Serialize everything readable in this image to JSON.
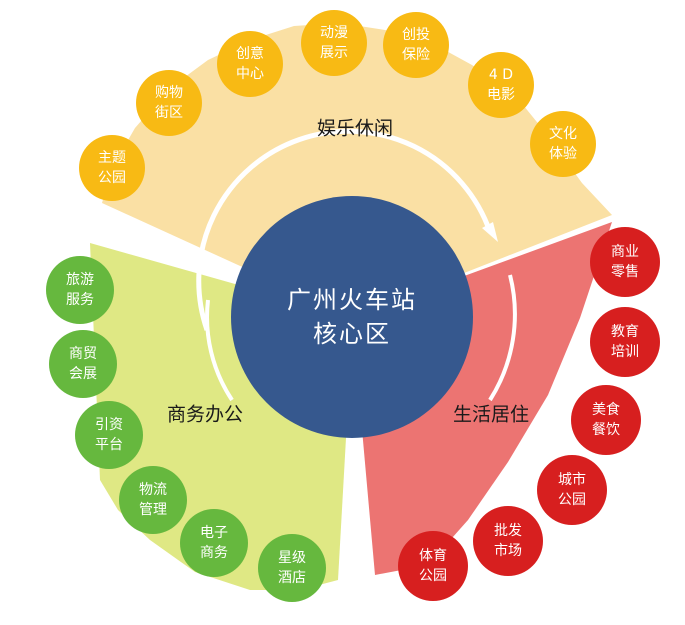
{
  "colors": {
    "entertainment_fan": "#FAE0A4",
    "living_fan": "#EC7472",
    "business_fan": "#DFE884",
    "core": "#36588E",
    "entertainment_node": "#F8BA14",
    "living_node": "#D71F1F",
    "business_node": "#66B83E",
    "ring": "#ffffff"
  },
  "core": {
    "line1": "广州火车站",
    "line2": "核心区"
  },
  "sectors": {
    "entertainment": {
      "label": "娱乐休闲",
      "nodes": [
        {
          "line1": "主题",
          "line2": "公园"
        },
        {
          "line1": "购物",
          "line2": "街区"
        },
        {
          "line1": "创意",
          "line2": "中心"
        },
        {
          "line1": "动漫",
          "line2": "展示"
        },
        {
          "line1": "创投",
          "line2": "保险"
        },
        {
          "line1": "4 D",
          "line2": "电影"
        },
        {
          "line1": "文化",
          "line2": "体验"
        }
      ]
    },
    "living": {
      "label": "生活居住",
      "nodes": [
        {
          "line1": "商业",
          "line2": "零售"
        },
        {
          "line1": "教育",
          "line2": "培训"
        },
        {
          "line1": "美食",
          "line2": "餐饮"
        },
        {
          "line1": "城市",
          "line2": "公园"
        },
        {
          "line1": "批发",
          "line2": "市场"
        },
        {
          "line1": "体育",
          "line2": "公园"
        }
      ]
    },
    "business": {
      "label": "商务办公",
      "nodes": [
        {
          "line1": "旅游",
          "line2": "服务"
        },
        {
          "line1": "商贸",
          "line2": "会展"
        },
        {
          "line1": "引资",
          "line2": "平台"
        },
        {
          "line1": "物流",
          "line2": "管理"
        },
        {
          "line1": "电子",
          "line2": "商务"
        },
        {
          "line1": "星级",
          "line2": "酒店"
        }
      ]
    }
  }
}
